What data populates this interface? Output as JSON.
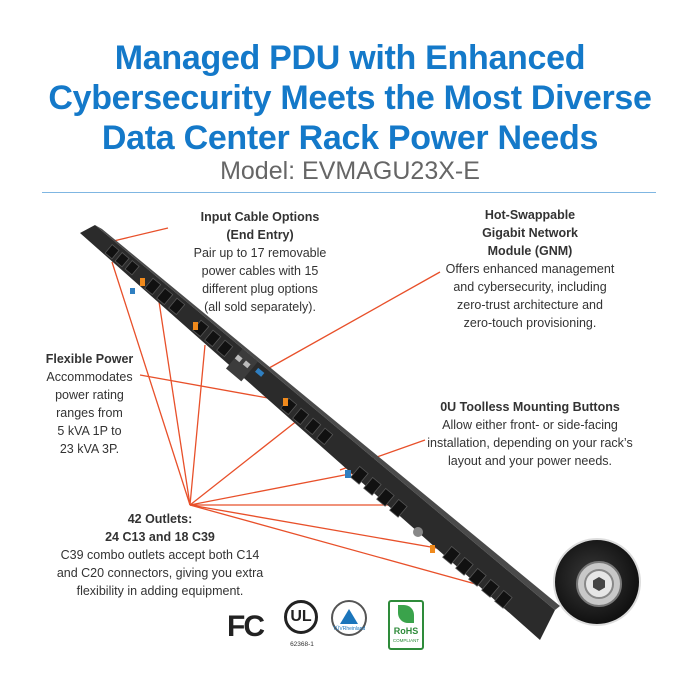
{
  "headline": {
    "line1": "Managed PDU with Enhanced",
    "line2": "Cybersecurity Meets the Most Diverse",
    "line3": "Data Center Rack Power Needs"
  },
  "model": "Model: EVMAGU23X-E",
  "callouts": {
    "input_cable": {
      "title_line1": "Input Cable Options",
      "title_line2": "(End Entry)",
      "body": [
        "Pair up to 17 removable",
        "power cables with 15",
        "different plug options",
        "(all sold separately)."
      ]
    },
    "gnm": {
      "title_line1": "Hot-Swappable",
      "title_line2": "Gigabit Network",
      "title_line3": "Module (GNM)",
      "body": [
        "Offers enhanced management",
        "and cybersecurity, including",
        "zero-trust architecture and",
        "zero-touch provisioning."
      ]
    },
    "flexible_power": {
      "title": "Flexible Power",
      "body": [
        "Accommodates",
        "power rating",
        "ranges from",
        "5 kVA 1P to",
        "23 kVA 3P."
      ]
    },
    "mounting": {
      "title": "0U Toolless Mounting Buttons",
      "body": [
        "Allow either front- or side-facing",
        "installation, depending on your rack’s",
        "layout and your power needs."
      ]
    },
    "outlets": {
      "title_line1": "42 Outlets:",
      "title_line2": "24 C13 and 18 C39",
      "body": [
        "C39 combo outlets accept both C14",
        "and C20 connectors, giving you extra",
        "flexibility in adding equipment."
      ]
    }
  },
  "certifications": {
    "fc": "FC",
    "ul": "UL",
    "ul_number": "62368-1",
    "tuv": "TÜVRheinland",
    "rohs": "RoHS",
    "rohs_sub": "COMPLIANT"
  },
  "colors": {
    "headline": "#1479c9",
    "leader_lines": "#e8502a",
    "pdu_body": "#2b2b2b",
    "accent_orange": "#f08a1c",
    "accent_blue": "#2f7fc1"
  }
}
